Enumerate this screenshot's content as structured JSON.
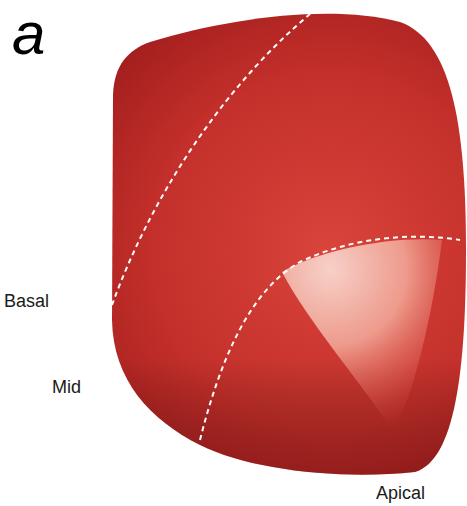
{
  "diagram": {
    "labels": [
      "a",
      "Basal",
      "Mid",
      "Apical"
    ]
  }
}
